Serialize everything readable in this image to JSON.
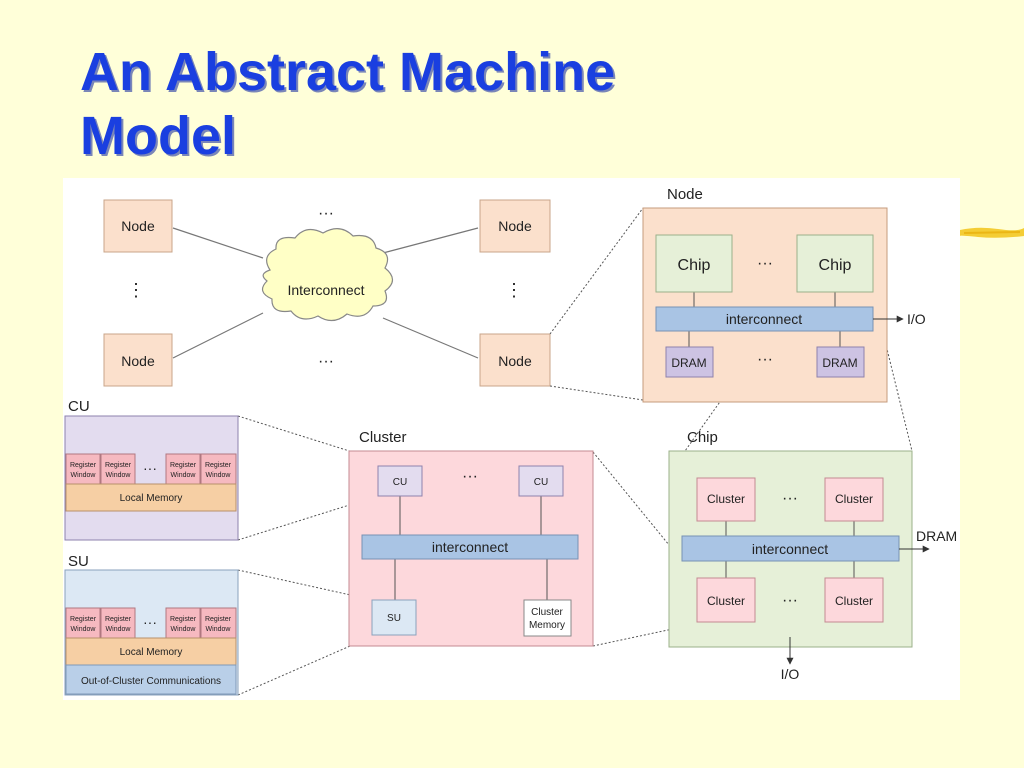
{
  "slide": {
    "title_line1": "An Abstract Machine",
    "title_line2": "Model"
  },
  "colors": {
    "title": "#1a3fe0",
    "background": "#ffffd9",
    "node_fill": "#fbe0cc",
    "chip_fill": "#e6f0d8",
    "cluster_fill": "#fdd8dc",
    "cu_fill": "#e3dcef",
    "su_fill": "#dce8f4",
    "interconnect_bar": "#a9c4e4",
    "dram_fill": "#cdc3e3",
    "local_memory": "#f6cfa4",
    "register_window": "#f6b9c0"
  },
  "system": {
    "node_label": "Node",
    "interconnect_label": "Interconnect",
    "dots": "···",
    "vdots": "⋮"
  },
  "node_detail": {
    "heading": "Node",
    "chip_label": "Chip",
    "interconnect": "interconnect",
    "dram_label": "DRAM",
    "io_label": "I/O",
    "dots": "···"
  },
  "chip_detail": {
    "heading": "Chip",
    "cluster_label": "Cluster",
    "interconnect": "interconnect",
    "dram_label": "DRAM",
    "io_label": "I/O",
    "dots": "···"
  },
  "cluster_detail": {
    "heading": "Cluster",
    "cu_label": "CU",
    "su_label": "SU",
    "interconnect": "interconnect",
    "cluster_memory_line1": "Cluster",
    "cluster_memory_line2": "Memory",
    "dots": "···"
  },
  "cu_detail": {
    "heading": "CU",
    "register_line1": "Register",
    "register_line2": "Window",
    "local_memory": "Local Memory",
    "dots": "···"
  },
  "su_detail": {
    "heading": "SU",
    "register_line1": "Register",
    "register_line2": "Window",
    "local_memory": "Local Memory",
    "communications": "Out-of-Cluster Communications",
    "dots": "···"
  }
}
